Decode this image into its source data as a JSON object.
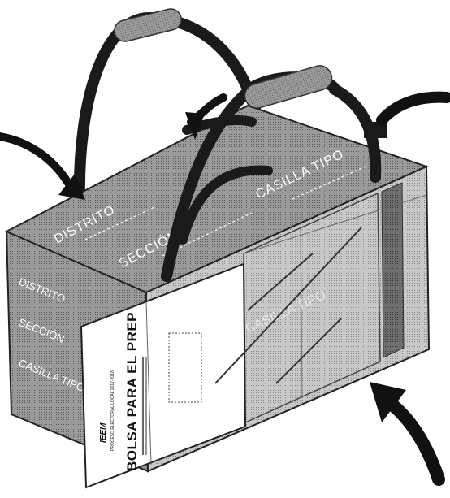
{
  "box": {
    "top_labels": {
      "distrito": "DISTRITO",
      "seccion": "SECCIÓN",
      "casilla_tipo": "CASILLA TIPO"
    },
    "side_labels": {
      "distrito": "DISTRITO",
      "seccion": "SECCIÓN",
      "casilla_tipo": "CASILLA TIPO"
    },
    "front_label": "CASILLA TIPO"
  },
  "bag": {
    "title": "BOLSA PARA EL PREP",
    "brand": "IEEM",
    "subtitle": "PROCESO ELECTORAL LOCAL 2017-2018"
  },
  "colors": {
    "box_fill": "#8c8c8c",
    "handle": "#1a1a1a",
    "grip": "#7a7a7a",
    "bag": "#ffffff"
  },
  "icons": [
    "arrow-icon",
    "arrow-icon",
    "arrow-icon",
    "handle-icon"
  ]
}
